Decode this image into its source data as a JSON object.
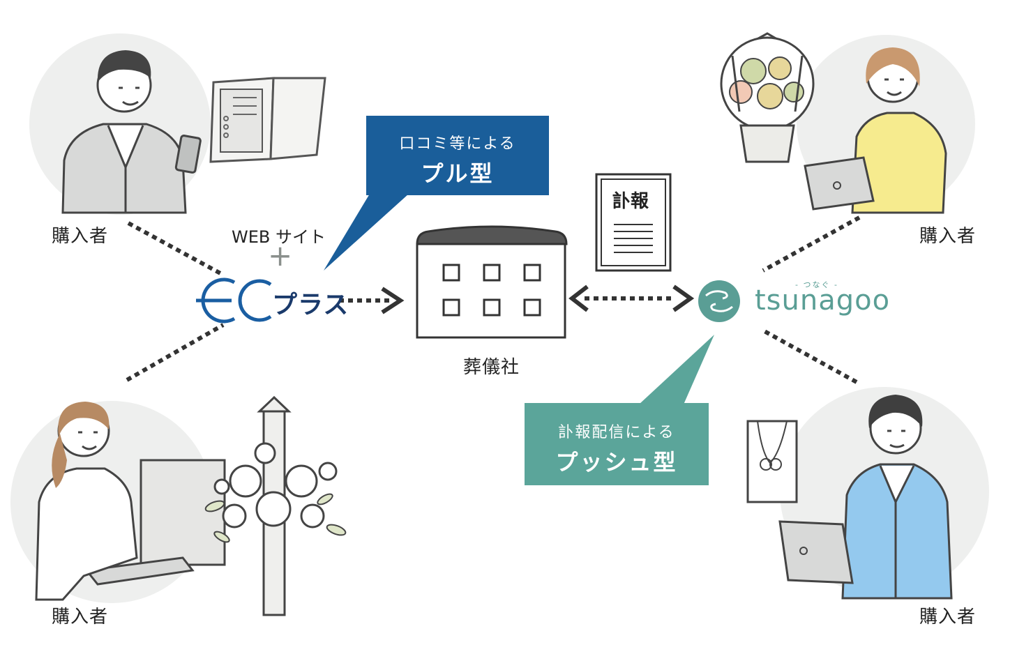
{
  "buyer_labels": {
    "top_left": "購入者",
    "bottom_left": "購入者",
    "top_right": "購入者",
    "bottom_right": "購入者"
  },
  "ec_plus": {
    "website_label": "WEB サイト",
    "plus_sign": "+",
    "logo_letters": "EC",
    "logo_suffix": "プラス"
  },
  "pull_callout": {
    "line1": "口コミ等による",
    "line2": "プル型",
    "color": "#1a5e9a"
  },
  "push_callout": {
    "line1": "訃報配信による",
    "line2": "プッシュ型",
    "color": "#5ba59a"
  },
  "funeral_home": {
    "label": "葬儀社"
  },
  "obituary_doc": {
    "title": "訃報"
  },
  "tsunagoo": {
    "wordmark": "tsunagoo",
    "subtitle": "- つなぐ -",
    "color": "#5a9e95"
  }
}
